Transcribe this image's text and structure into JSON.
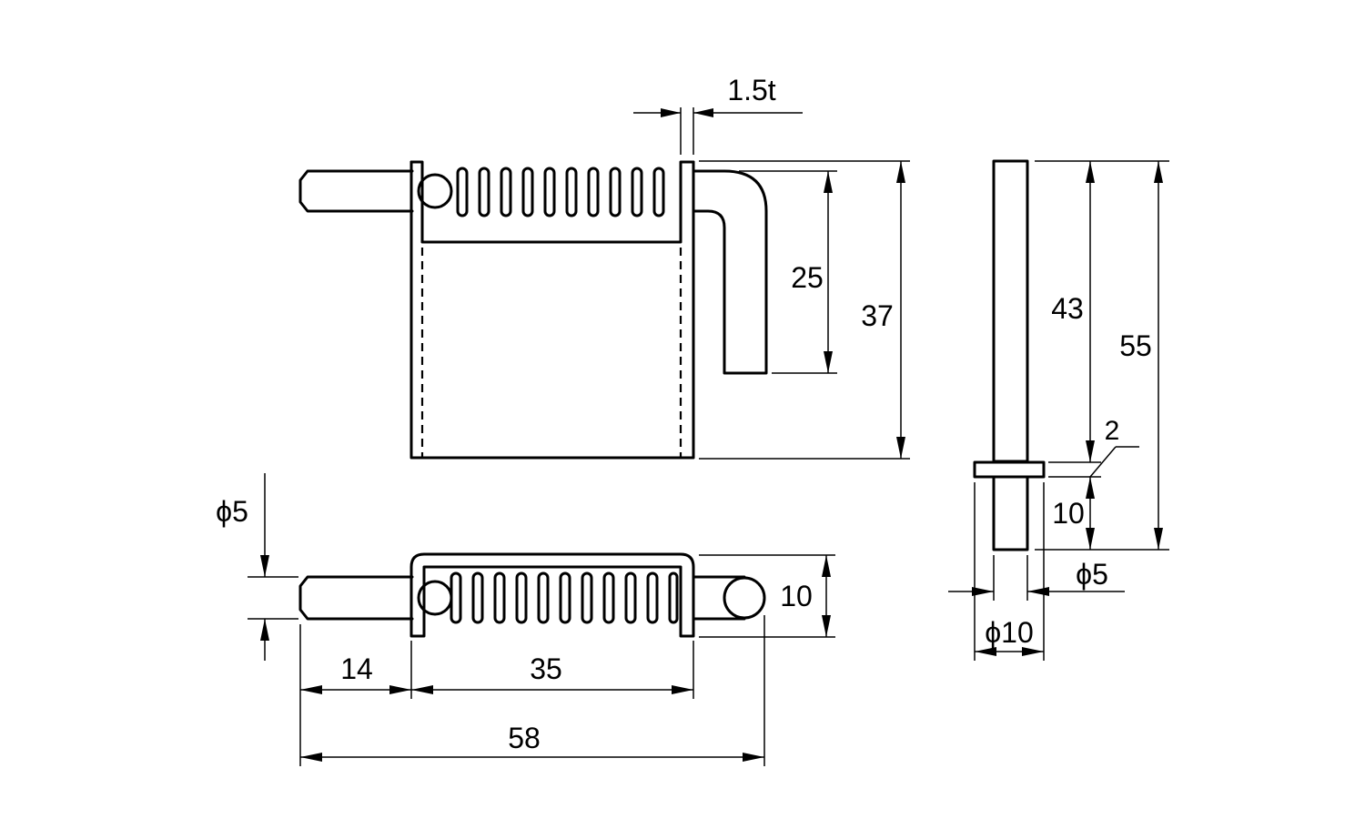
{
  "dimensions": {
    "plate_thickness": "1.5t",
    "handle_height": "25",
    "plate_height": "37",
    "pin_diameter_bottom": "ϕ5",
    "bottom_height": "10",
    "pin_length": "14",
    "plate_width": "35",
    "overall_length": "58",
    "side_upper_length": "43",
    "side_overall_length": "55",
    "collar_thickness": "2",
    "side_lower_length": "10",
    "side_pin_diameter": "ϕ5",
    "side_collar_diameter": "ϕ10"
  }
}
